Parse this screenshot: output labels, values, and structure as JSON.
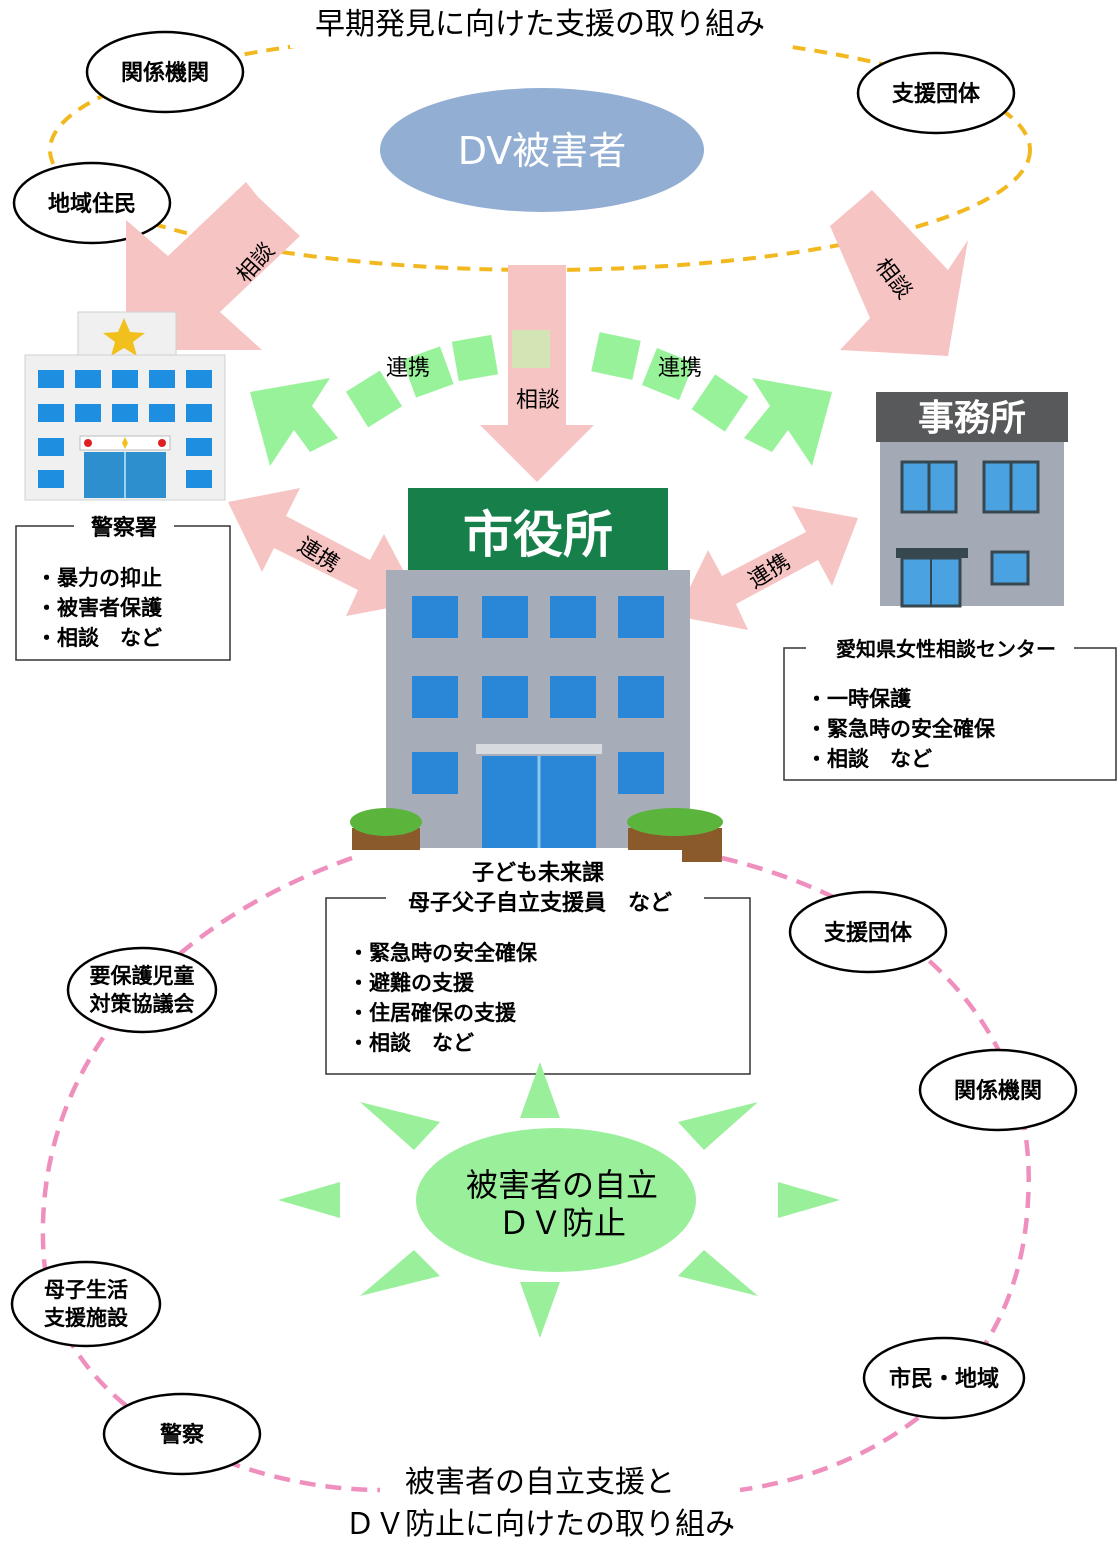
{
  "top_title": "早期発見に向けた支援の取り組み",
  "bottom_title": [
    "被害者の自立支援と",
    "ＤＶ防止に向けたの取り組み"
  ],
  "victim_label": "DV被害者",
  "top_ovals": {
    "kankei": "関係機関",
    "chiiki": "地域住民",
    "shien": "支援団体"
  },
  "arrow_labels": {
    "soudan_left": "相談",
    "soudan_center": "相談",
    "soudan_right": "相談",
    "renkei_top_left": "連携",
    "renkei_top_right": "連携",
    "renkei_left": "連携",
    "renkei_right": "連携"
  },
  "police": {
    "sign_icon": "police-emblem",
    "title": "警察署",
    "items": [
      "・暴力の抑止",
      "・被害者保護",
      "・相談　など"
    ]
  },
  "office": {
    "sign": "事務所",
    "title": "愛知県女性相談センター",
    "items": [
      "・一時保護",
      "・緊急時の安全確保",
      "・相談　など"
    ]
  },
  "city_hall": {
    "sign": "市役所",
    "dept": "子ども未来課",
    "title": "母子父子自立支援員　など",
    "items": [
      "・緊急時の安全確保",
      "・避難の支援",
      "・住居確保の支援",
      "・相談　など"
    ]
  },
  "sun": [
    "被害者の自立",
    "ＤＶ防止"
  ],
  "bottom_ovals": {
    "youhogo": [
      "要保護児童",
      "対策協議会"
    ],
    "boshi": [
      "母子生活",
      "支援施設"
    ],
    "keisatsu": "警察",
    "shien": "支援団体",
    "kankei": "関係機関",
    "shimin": "市民・地域"
  },
  "colors": {
    "victim_oval": "#93aed3",
    "pink_arrow": "#f7c4c4",
    "green_arrow": "#98f29a",
    "yellow_dash": "#f2b820",
    "pink_dash": "#ef8fbd",
    "city_sign": "#17804a",
    "sun": "#9af09a"
  }
}
